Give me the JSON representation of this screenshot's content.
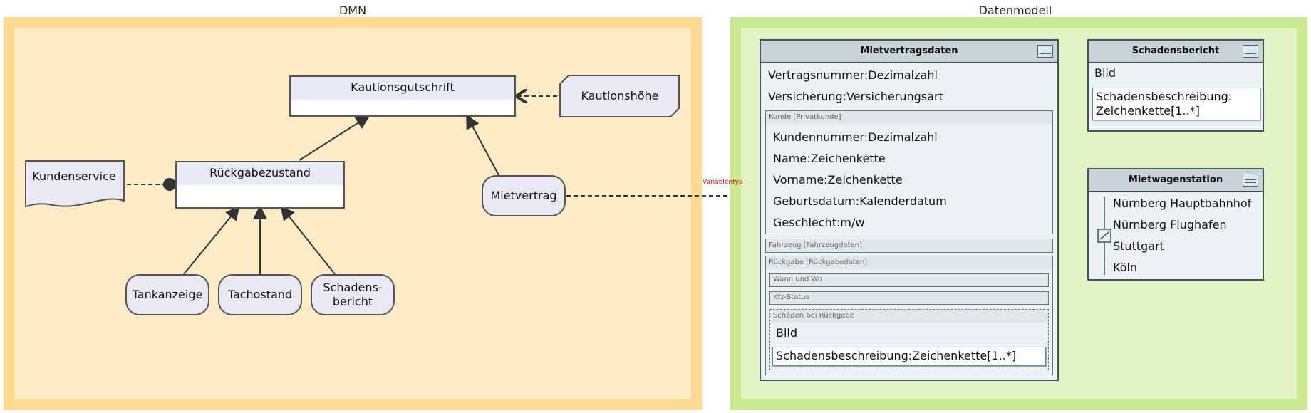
{
  "dmn": {
    "title": "DMN",
    "decisions": {
      "kautionsgutschrift": "Kautionsgutschrift",
      "rueckgabezustand": "Rückgabezustand"
    },
    "knowledge_source": "Kundenservice",
    "input_kautionshoehe": "Kautionshöhe",
    "inputs": {
      "mietvertrag": "Mietvertrag",
      "tankanzeige": "Tankanzeige",
      "tachostand": "Tachostand",
      "schadensbericht_line1": "Schadens-",
      "schadensbericht_line2": "bericht"
    }
  },
  "connector_label": "Variablentyp",
  "datenmodell": {
    "title": "Datenmodell",
    "mietvertragsdaten": {
      "title": "Mietvertragsdaten",
      "attrs": [
        "Vertragsnummer:Dezimalzahl",
        "Versicherung:Versicherungsart"
      ],
      "kunde": {
        "label": "Kunde [Privatkunde]",
        "attrs": [
          "Kundennummer:Dezimalzahl",
          "Name:Zeichenkette",
          "Vorname:Zeichenkette",
          "Geburtsdatum:Kalenderdatum",
          "Geschlecht:m/w"
        ]
      },
      "fahrzeug": "Fahrzeug [Fahrzeugdaten]",
      "rueckgabe": {
        "label": "Rückgabe [Rückgabedaten]",
        "wann_und_wo": "Wann und Wo",
        "kfz_status": "Kfz-Status",
        "schaeden": {
          "label": "Schäden bei Rückgabe",
          "bild": "Bild",
          "beschreibung": "Schadensbeschreibung:Zeichenkette[1..*]"
        }
      }
    },
    "schadensbericht": {
      "title": "Schadensbericht",
      "bild": "Bild",
      "beschreibung_line1": "Schadensbeschreibung:",
      "beschreibung_line2": "Zeichenkette[1..*]"
    },
    "mietwagenstation": {
      "title": "Mietwagenstation",
      "values": [
        "Nürnberg Hauptbahnhof",
        "Nürnberg Flughafen",
        "Stuttgart",
        "Köln"
      ]
    }
  }
}
